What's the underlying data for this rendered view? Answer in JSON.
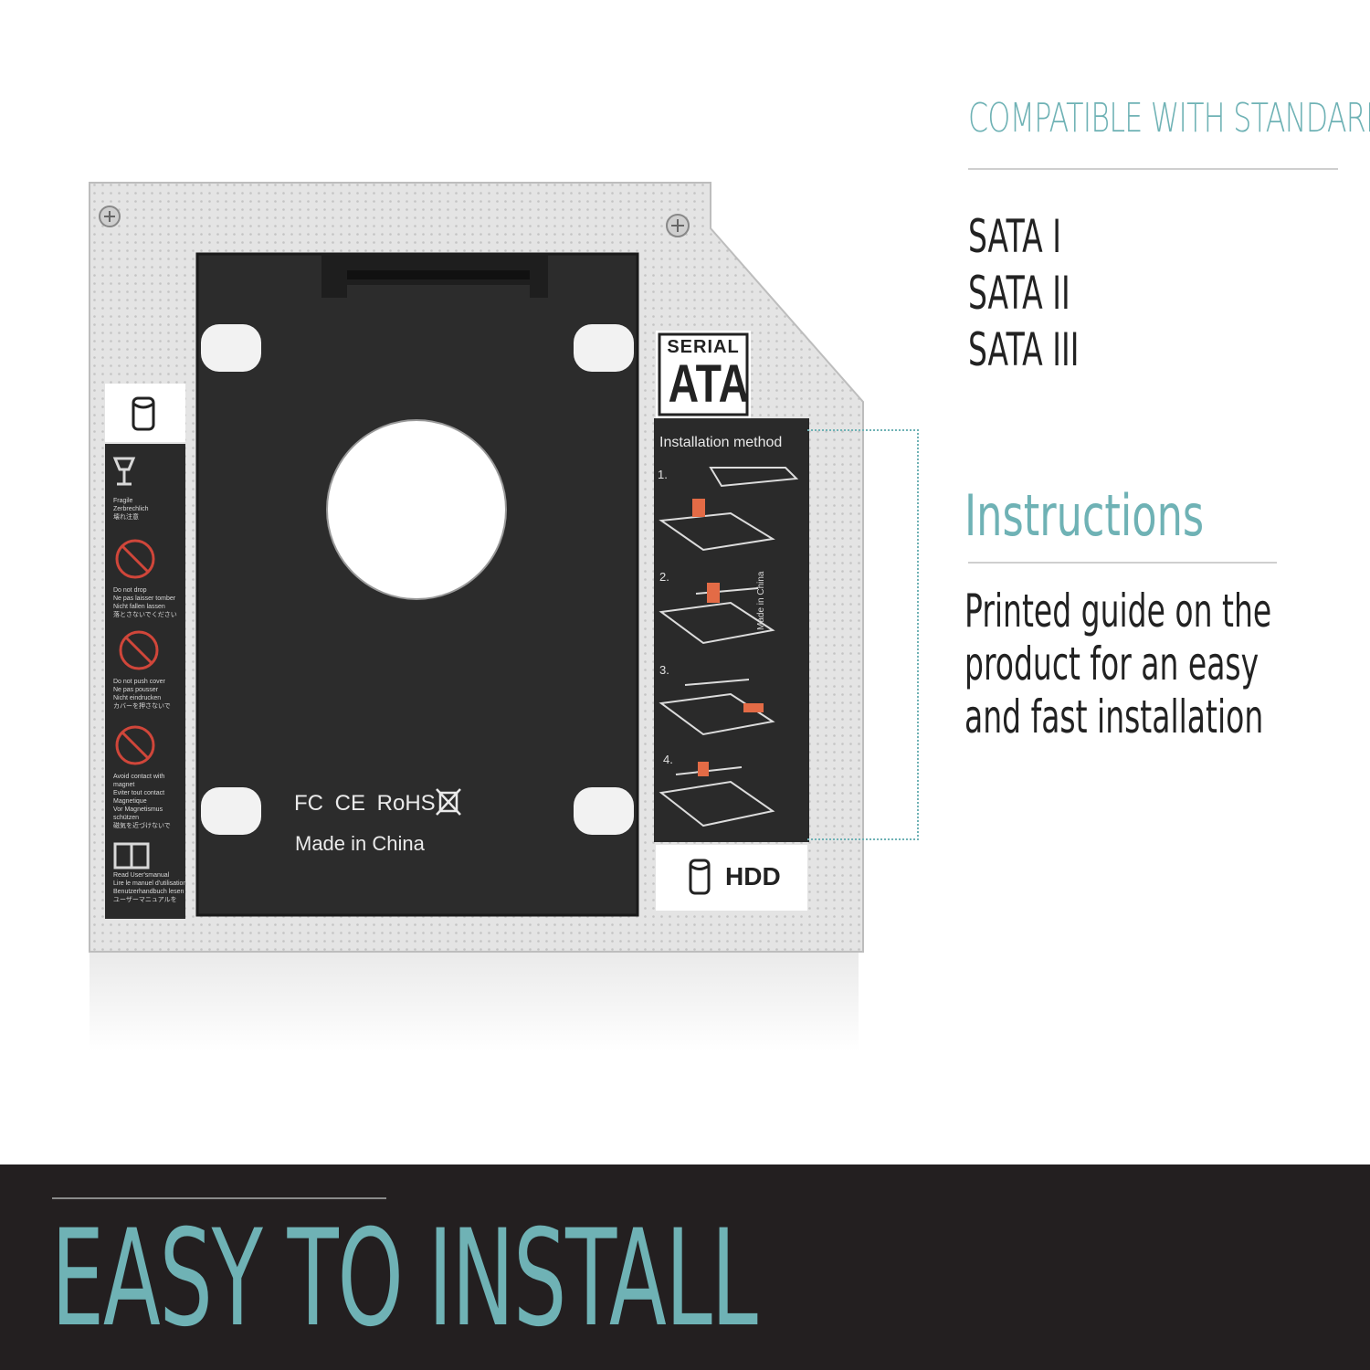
{
  "compat": {
    "title": "COMPATIBLE WITH STANDARD",
    "items": [
      "SATA I",
      "SATA II",
      "SATA III"
    ]
  },
  "instructions": {
    "title": "Instructions",
    "lines": [
      "Printed guide on the",
      "product for an easy",
      "and fast installation"
    ]
  },
  "banner": {
    "title": "EASY TO INSTALL"
  },
  "product": {
    "serial_label": "SERIAL",
    "ata_label": "ATA",
    "install_title": "Installation method",
    "steps": [
      "1.",
      "2.",
      "3.",
      "4."
    ],
    "made_in_vertical": "Made in China",
    "hdd_label": "HDD",
    "made_in": "Made in China",
    "cert_marks": "FC CE RoHS",
    "warnings": [
      {
        "icon": "glass-icon",
        "lines": [
          "Fragile",
          "Zerbrechlich",
          "壊れ注意"
        ]
      },
      {
        "icon": "no-drop-icon",
        "lines": [
          "Do not drop",
          "Ne pas laisser tomber",
          "Nicht fallen lassen",
          "落とさないでください"
        ]
      },
      {
        "icon": "no-push-icon",
        "lines": [
          "Do not push cover",
          "Ne pas pousser",
          "Nicht eindrucken",
          "カバーを押さないで"
        ]
      },
      {
        "icon": "no-magnet-icon",
        "lines": [
          "Avoid contact with",
          "magnet",
          "Eviter tout contact",
          "Magnetique",
          "Vor Magnetismus",
          "schützen",
          "磁気を近づけないで"
        ]
      },
      {
        "icon": "manual-icon",
        "lines": [
          "Read User'smanual",
          "Lire le manuel d'utilisation",
          "Benutzerhandbuch lesen",
          "ユーザーマニュアルを"
        ]
      }
    ]
  },
  "colors": {
    "accent": "#6fb2b5",
    "banner": "#231f20",
    "body_text": "#222222"
  }
}
